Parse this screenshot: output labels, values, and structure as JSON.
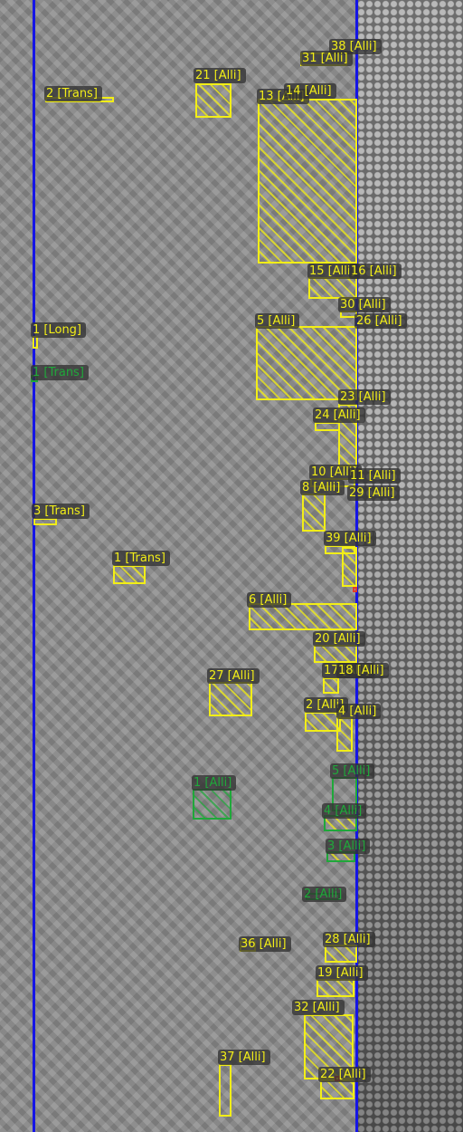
{
  "annotations": [
    {
      "id": "38",
      "type": "Alli",
      "color": "yellow",
      "label": "38 [Alli]"
    },
    {
      "id": "31",
      "type": "Alli",
      "color": "yellow",
      "label": "31 [Alli]"
    },
    {
      "id": "21",
      "type": "Alli",
      "color": "yellow",
      "label": "21 [Alli]"
    },
    {
      "id": "2",
      "type": "Trans",
      "color": "yellow",
      "label": "2 [Trans]"
    },
    {
      "id": "13",
      "type": "Alli",
      "color": "yellow",
      "label": "13 [Alli]"
    },
    {
      "id": "14",
      "type": "Alli",
      "color": "yellow",
      "label": "14 [Alli]"
    },
    {
      "id": "15",
      "type": "Alli",
      "color": "yellow",
      "label": "15 [Alli]"
    },
    {
      "id": "16",
      "type": "Alli",
      "color": "yellow",
      "label": "16 [Alli]"
    },
    {
      "id": "30",
      "type": "Alli",
      "color": "yellow",
      "label": "30 [Alli]"
    },
    {
      "id": "26",
      "type": "Alli",
      "color": "yellow",
      "label": "26 [Alli]"
    },
    {
      "id": "1",
      "type": "Long",
      "color": "yellow",
      "label": "1 [Long]"
    },
    {
      "id": "5",
      "type": "Alli",
      "color": "yellow",
      "label": "5 [Alli]"
    },
    {
      "id": "1",
      "type": "Trans",
      "color": "green",
      "label": "1 [Trans]"
    },
    {
      "id": "23",
      "type": "Alli",
      "color": "yellow",
      "label": "23 [Alli]"
    },
    {
      "id": "24",
      "type": "Alli",
      "color": "yellow",
      "label": "24 [Alli]"
    },
    {
      "id": "10",
      "type": "Alli",
      "color": "yellow",
      "label": "10 [Alli]"
    },
    {
      "id": "11",
      "type": "Alli",
      "color": "yellow",
      "label": "11 [Alli]"
    },
    {
      "id": "8",
      "type": "Alli",
      "color": "yellow",
      "label": "8 [Alli]"
    },
    {
      "id": "29",
      "type": "Alli",
      "color": "yellow",
      "label": "29 [Alli]"
    },
    {
      "id": "3",
      "type": "Trans",
      "color": "yellow",
      "label": "3 [Trans]"
    },
    {
      "id": "39",
      "type": "Alli",
      "color": "yellow",
      "label": "39 [Alli]"
    },
    {
      "id": "1",
      "type": "Trans",
      "color": "yellow",
      "label": "1 [Trans]"
    },
    {
      "id": "6",
      "type": "Alli",
      "color": "yellow",
      "label": "6 [Alli]"
    },
    {
      "id": "20",
      "type": "Alli",
      "color": "yellow",
      "label": "20 [Alli]"
    },
    {
      "id": "17",
      "type": "Alli",
      "color": "yellow",
      "label": "17 [Alli]"
    },
    {
      "id": "18",
      "type": "Alli",
      "color": "yellow",
      "label": "18 [Alli]"
    },
    {
      "id": "27",
      "type": "Alli",
      "color": "yellow",
      "label": "27 [Alli]"
    },
    {
      "id": "2",
      "type": "Alli",
      "color": "yellow",
      "label": "2 [Alli]"
    },
    {
      "id": "4",
      "type": "Alli",
      "color": "yellow",
      "label": "4 [Alli]"
    },
    {
      "id": "1",
      "type": "Alli",
      "color": "green",
      "label": "1 [Alli]"
    },
    {
      "id": "5",
      "type": "Alli",
      "color": "green",
      "label": "5 [Alli]"
    },
    {
      "id": "4",
      "type": "Alli",
      "color": "green",
      "label": "4 [Alli]"
    },
    {
      "id": "3",
      "type": "Alli",
      "color": "green",
      "label": "3 [Alli]"
    },
    {
      "id": "2",
      "type": "Alli",
      "color": "green",
      "label": "2 [Alli]"
    },
    {
      "id": "28",
      "type": "Alli",
      "color": "yellow",
      "label": "28 [Alli]"
    },
    {
      "id": "36",
      "type": "Alli",
      "color": "yellow",
      "label": "36 [Alli]"
    },
    {
      "id": "19",
      "type": "Alli",
      "color": "yellow",
      "label": "19 [Alli]"
    },
    {
      "id": "32",
      "type": "Alli",
      "color": "yellow",
      "label": "32 [Alli]"
    },
    {
      "id": "37",
      "type": "Alli",
      "color": "yellow",
      "label": "37 [Alli]"
    },
    {
      "id": "22",
      "type": "Alli",
      "color": "yellow",
      "label": "22 [Alli]"
    }
  ],
  "colors": {
    "lane_line": "#1515e6",
    "alligator": "#f2ee17",
    "secondary": "#1fa83a",
    "marker": "#e23d2a"
  }
}
